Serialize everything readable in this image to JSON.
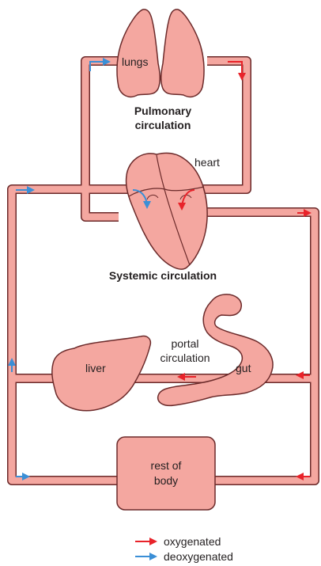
{
  "labels": {
    "lungs": "lungs",
    "pulmonary_line1": "Pulmonary",
    "pulmonary_line2": "circulation",
    "heart": "heart",
    "systemic": "Systemic circulation",
    "portal_line1": "portal",
    "portal_line2": "circulation",
    "gut": "gut",
    "liver": "liver",
    "body_line1": "rest of",
    "body_line2": "body"
  },
  "legend": [
    {
      "label": "oxygenated",
      "color": "#e8232a"
    },
    {
      "label": "deoxygenated",
      "color": "#3b8fd6"
    }
  ],
  "colors": {
    "vessel_fill": "#f4a7a0",
    "vessel_stroke": "#6b2a2a",
    "organ_fill": "#f4a7a0",
    "oxygenated": "#e8232a",
    "deoxygenated": "#3b8fd6"
  }
}
